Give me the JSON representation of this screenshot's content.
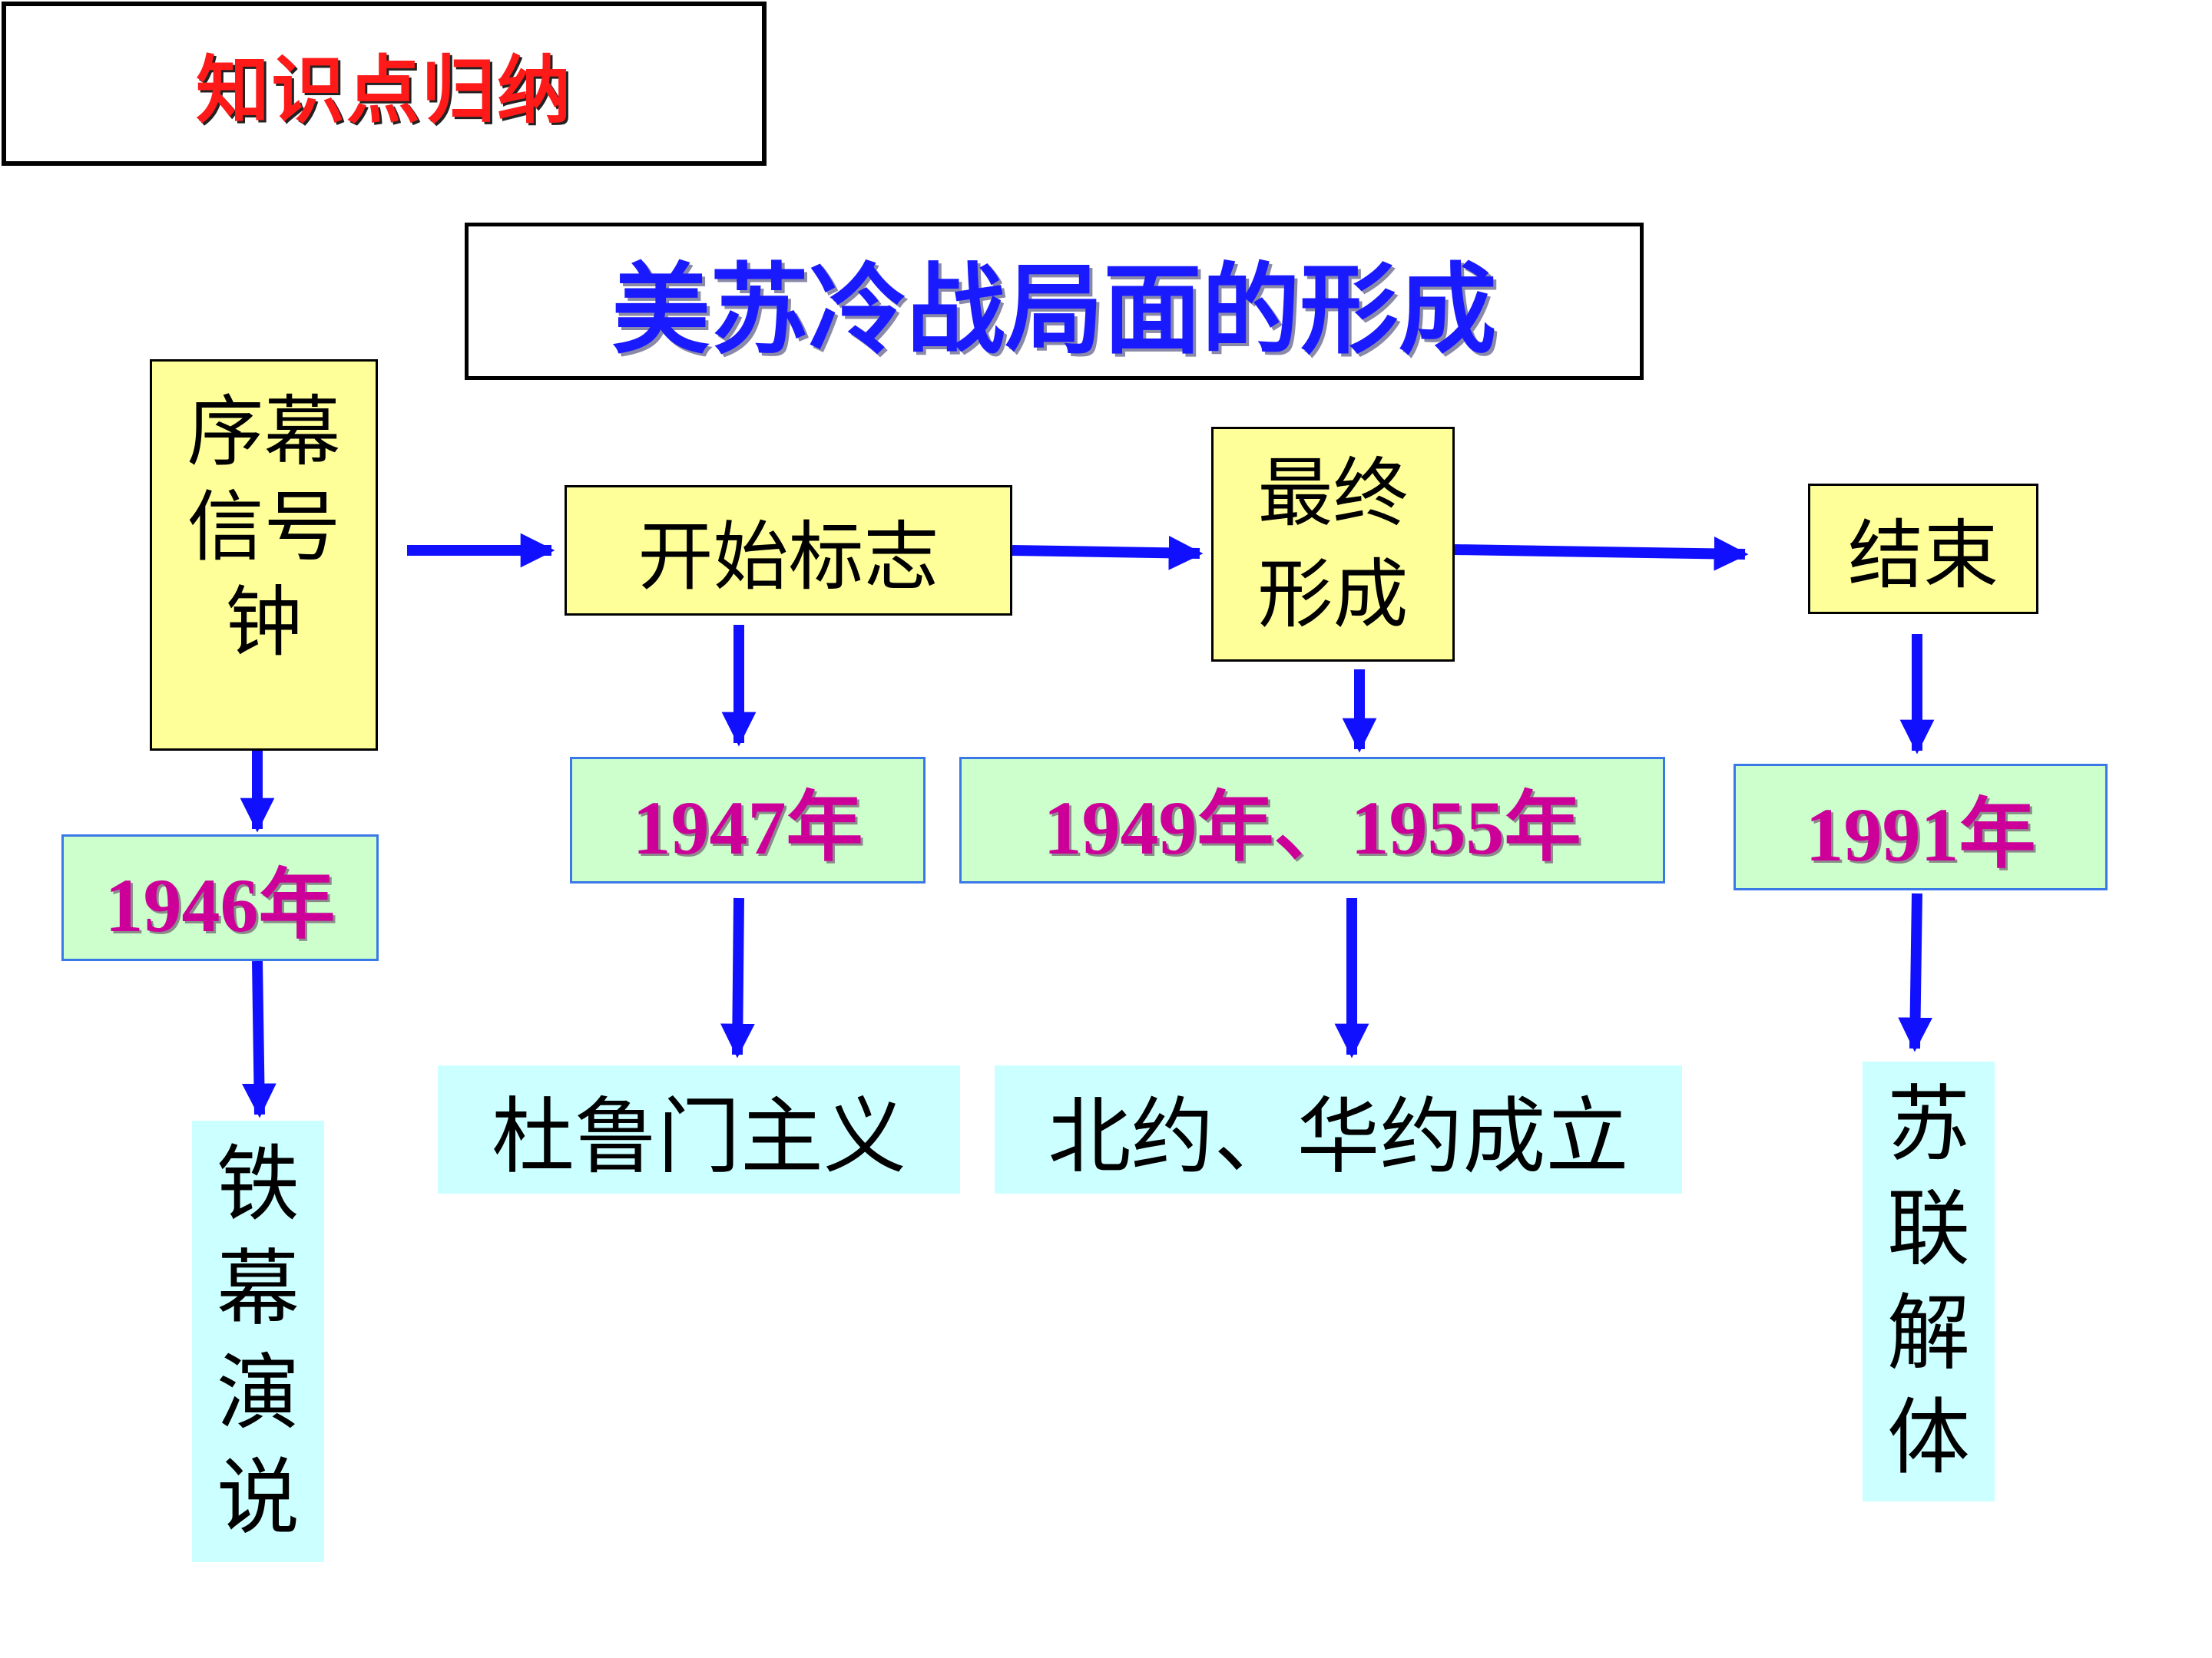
{
  "header": {
    "label": "知识点归纳"
  },
  "title": "美苏冷战局面的形成",
  "stages": {
    "prelude": "序幕信号钟",
    "start": "开始标志",
    "final": "最终形成",
    "end": "结束"
  },
  "years": {
    "y1946": "1946年",
    "y1947": "1947年",
    "y1949_1955": "1949年、1955年",
    "y1991": "1991年"
  },
  "events": {
    "iron_curtain": "铁幕演说",
    "truman": "杜鲁门主义",
    "nato_warsaw": "北约、华约成立",
    "ussr_dissolution": "苏联解体"
  },
  "colors": {
    "arrow": "#1010ff",
    "stage_fill": "#ffff99",
    "year_fill": "#ccffcc",
    "year_text": "#cc0099",
    "event_fill": "#ccffff",
    "header_text": "#ff1a1a",
    "title_text": "#1a1aff"
  }
}
